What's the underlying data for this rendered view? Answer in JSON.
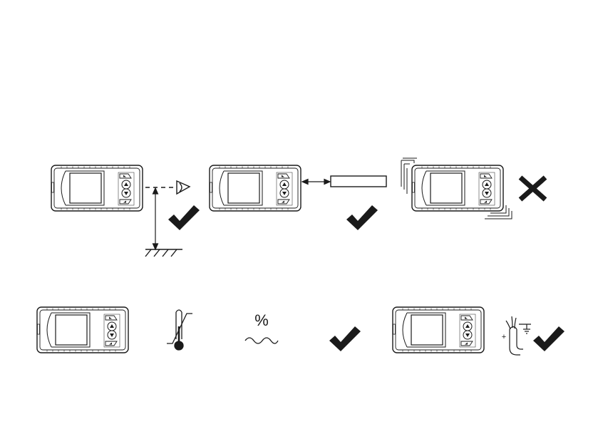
{
  "diagram": {
    "stroke_color": "#1a1a1a",
    "fill_color": "#ffffff",
    "row1": {
      "items": [
        {
          "icon": "display-unit-icon"
        },
        {
          "icon": "eye-icon"
        },
        {
          "icon": "ground-icon"
        },
        {
          "icon": "check-mark-icon",
          "meaning": "allowed"
        },
        {
          "icon": "display-unit-icon"
        },
        {
          "icon": "panel-spacer-icon"
        },
        {
          "icon": "check-mark-icon",
          "meaning": "allowed"
        },
        {
          "icon": "vibrating-display-unit-icon"
        },
        {
          "icon": "cross-mark-icon",
          "meaning": "not-allowed"
        }
      ]
    },
    "row2": {
      "items": [
        {
          "icon": "display-unit-icon"
        },
        {
          "icon": "thermometer-icon"
        },
        {
          "icon": "humidity-icon",
          "glyph": "%"
        },
        {
          "icon": "check-mark-icon",
          "meaning": "allowed"
        },
        {
          "icon": "display-unit-icon"
        },
        {
          "icon": "shielded-cable-icon",
          "glyph": "+"
        },
        {
          "icon": "check-mark-icon",
          "meaning": "allowed"
        }
      ]
    }
  }
}
